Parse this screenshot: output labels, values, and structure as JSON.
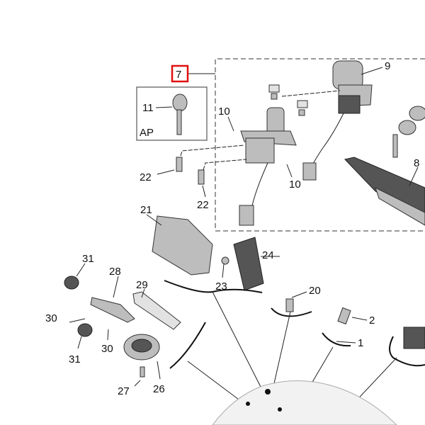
{
  "diagram": {
    "accent_color": "#e01010",
    "callouts": {
      "c7": "7",
      "c9": "9",
      "c11": "11",
      "ap": "AP",
      "c10a": "10",
      "c10b": "10",
      "c22a": "22",
      "c22b": "22",
      "c8": "8",
      "c21": "21",
      "c24": "24",
      "c23": "23",
      "c31a": "31",
      "c28": "28",
      "c29": "29",
      "c30a": "30",
      "c30b": "30",
      "c31b": "31",
      "c20": "20",
      "c2": "2",
      "c1": "1",
      "c27": "27",
      "c26": "26"
    }
  }
}
